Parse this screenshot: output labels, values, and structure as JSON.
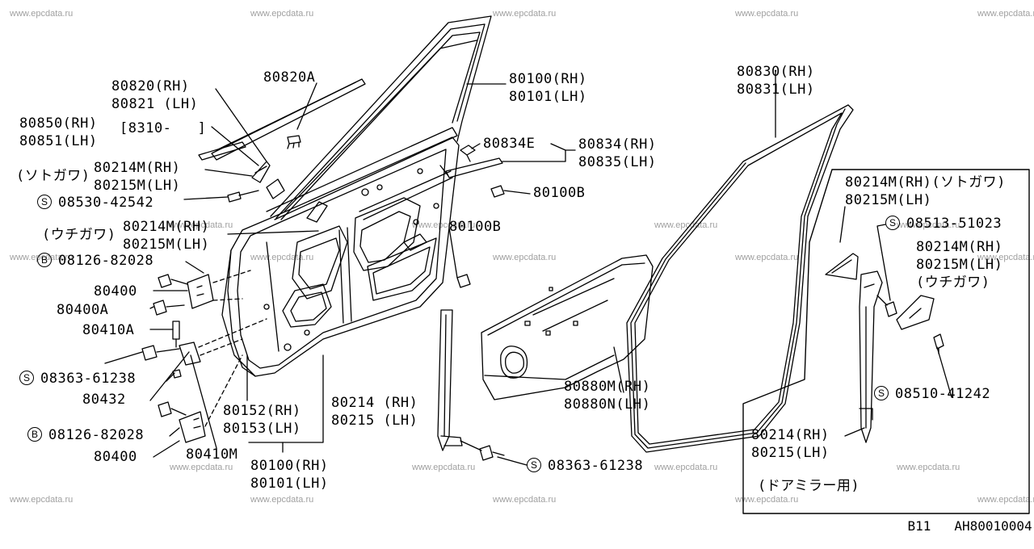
{
  "watermark": "www.epcdata.ru",
  "labels": {
    "p80820": "80820(RH)\n80821 (LH)",
    "p80820A": "80820A",
    "p80850": "80850(RH)\n80851(LH)",
    "bracket8310": "[8310-   ]",
    "p80214m_outer": "80214M(RH)\n80215M(LH)",
    "sotogawa": "(ソトガワ)",
    "s08530": "08530-42542",
    "p80214m_inner": "80214M(RH)\n80215M(LH)",
    "uchigawa": "(ウチガワ)",
    "b08126_top": "08126-82028",
    "p80400_top": "80400",
    "p80400A": "80400A",
    "p80410A": "80410A",
    "s08363_left": "08363-61238",
    "p80432": "80432",
    "b08126_bot": "08126-82028",
    "p80400_bot": "80400",
    "p80410M": "80410M",
    "p80152": "80152(RH)\n80153(LH)",
    "p80100_bottom": "80100(RH)\n80101(LH)",
    "p80100_top": "80100(RH)\n80101(LH)",
    "p80834E": "80834E",
    "p80834": "80834(RH)\n80835(LH)",
    "p80100B_top": "80100B",
    "p80100B_mid": "80100B",
    "p80214_center": "80214 (RH)\n80215 (LH)",
    "p80880": "80880M(RH)\n80880N(LH)",
    "s08363_center": "08363-61238",
    "p80830": "80830(RH)\n80831(LH)",
    "box_p80214m_sotogawa": "80214M(RH)(ソトガワ)\n80215M(LH)",
    "box_s08513": "08513-51023",
    "box_p80214m_uchigawa": "80214M(RH)\n80215M(LH)\n(ウチガワ)",
    "box_s08510": "08510-41242",
    "box_p80214": "80214(RH)\n80215(LH)",
    "box_mirror_note": "(ドアミラー用)",
    "footer_model": "B11",
    "footer_code": "AH80010004"
  },
  "symbols": {
    "s": "S",
    "b": "B"
  }
}
